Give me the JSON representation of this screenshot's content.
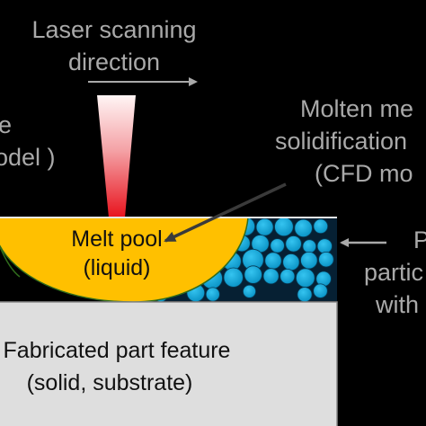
{
  "labels": {
    "scan_line1": "Laser scanning",
    "scan_line2": "direction",
    "left_line1": "e",
    "left_line2": "odel )",
    "molten_line1": "Molten me",
    "molten_line2": "solidification",
    "molten_line3": "(CFD mo",
    "right_line1": "P",
    "right_line2": "partic",
    "right_line3": "with",
    "melt_line1": "Melt pool",
    "melt_line2": "(liquid)",
    "part_line1": "Fabricated part feature",
    "part_line2": "(solid, substrate)"
  },
  "colors": {
    "background": "#000000",
    "text": "#a9a9a9",
    "melt_pool": "#ffc000",
    "powder": "#0aa3d6",
    "substrate": "#dedede",
    "laser_tip": "#e8131d",
    "laser_top": "#fff5f5"
  }
}
